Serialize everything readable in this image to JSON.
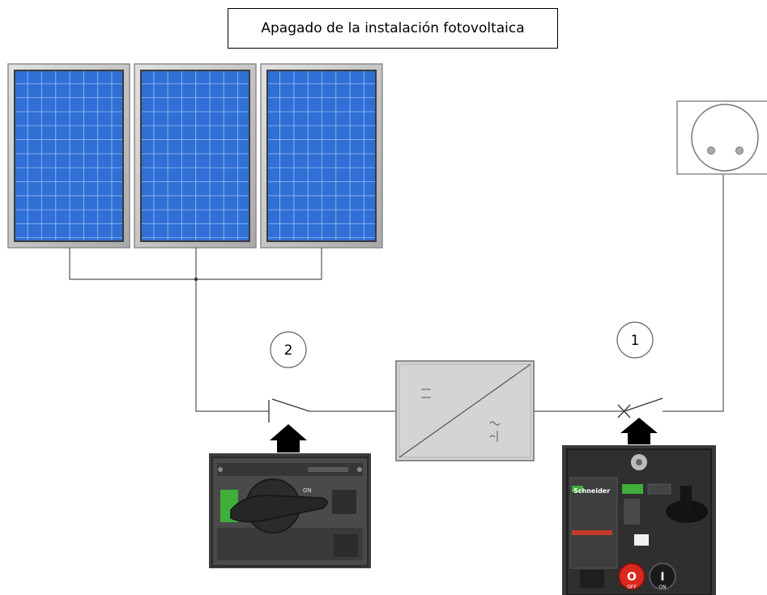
{
  "title": "Apagado de la instalación fotovoltaica",
  "markers": {
    "dc_switch_number": "2",
    "ac_breaker_number": "1"
  },
  "breaker_photo": {
    "brand": "Schneider",
    "off_label": "OFF",
    "on_label": "ON",
    "off_symbol": "O",
    "on_symbol": "I"
  },
  "switch_photo": {
    "on_label": "ON"
  },
  "colors": {
    "panel_blue": "#2f6fd6",
    "panel_frame": "#c7c7c7",
    "inverter_fill": "#d4d4d4",
    "arrow": "#000000",
    "off_red": "#d9281f"
  }
}
